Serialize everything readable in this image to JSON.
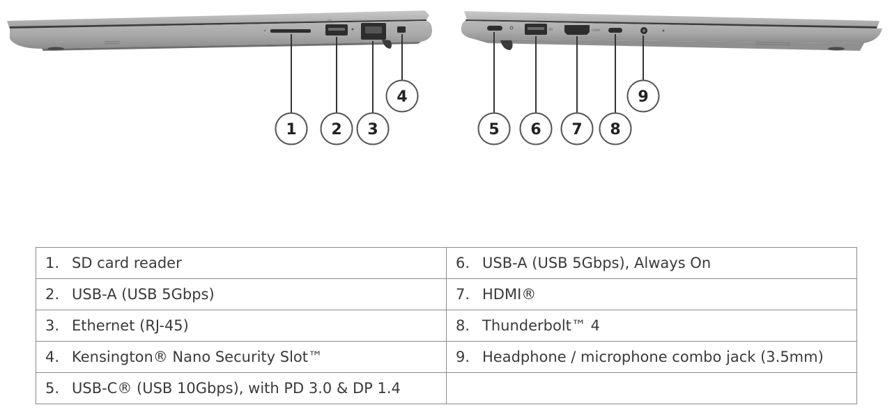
{
  "callouts": [
    "1",
    "2",
    "3",
    "4",
    "5",
    "6",
    "7",
    "8",
    "9"
  ],
  "side_labels": {
    "left_hdmi_mark": "HDMI",
    "usb_mark": "SS"
  },
  "ports_table": {
    "rows": [
      [
        {
          "num": "1.",
          "label": "SD card reader"
        },
        {
          "num": "6.",
          "label": "USB-A (USB 5Gbps), Always On"
        }
      ],
      [
        {
          "num": "2.",
          "label": "USB-A (USB 5Gbps)"
        },
        {
          "num": "7.",
          "label": "HDMI®"
        }
      ],
      [
        {
          "num": "3.",
          "label": "Ethernet (RJ-45)"
        },
        {
          "num": "8.",
          "label": "Thunderbolt™ 4"
        }
      ],
      [
        {
          "num": "4.",
          "label": "Kensington® Nano Security Slot™"
        },
        {
          "num": "9.",
          "label": "Headphone / microphone combo jack (3.5mm)"
        }
      ],
      [
        {
          "num": "5.",
          "label": "USB-C® (USB 10Gbps), with PD 3.0 & DP 1.4"
        },
        {
          "num": "",
          "label": ""
        }
      ]
    ]
  }
}
